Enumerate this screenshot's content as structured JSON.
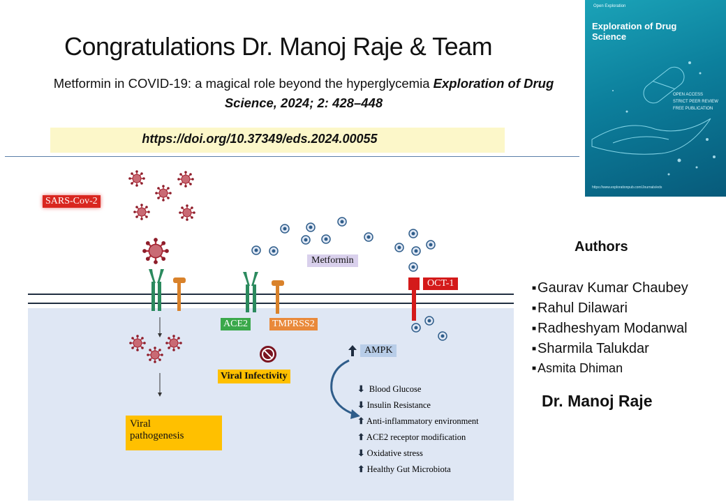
{
  "header": {
    "title": "Congratulations Dr. Manoj Raje  & Team",
    "citation_text": "Metformin in COVID-19: a magical role beyond the hyperglycemia ",
    "citation_journal": "Exploration of Drug Science, 2024; 2: 428–448",
    "doi": "https://doi.org/10.37349/eds.2024.00055"
  },
  "cover": {
    "publisher": "Open Exploration",
    "journal_title": "Exploration of Drug Science",
    "tags": [
      "OPEN ACCESS",
      "STRICT PEER REVIEW",
      "FREE PUBLICATION"
    ],
    "url": "https://www.explorationpub.com/Journals/eds"
  },
  "authors": {
    "heading": "Authors",
    "list": [
      "Gaurav Kumar Chaubey",
      "Rahul Dilawari",
      "Radheshyam Modanwal",
      "Sharmila Talukdar",
      "Asmita Dhiman"
    ],
    "pi": "Dr. Manoj Raje"
  },
  "diagram": {
    "virus_label": "SARS-Cov-2",
    "metformin_label": "Metformin",
    "ace2_label": "ACE2",
    "tmprss2_label": "TMPRSS2",
    "oct1_label": "OCT-1",
    "infectivity_label": "Viral  Infectivity",
    "pathogenesis_line1": "Viral",
    "pathogenesis_line2": "pathogenesis",
    "ampk_label": "AMPK",
    "effects": [
      {
        "dir": "down",
        "text": "Blood Glucose"
      },
      {
        "dir": "down",
        "text": "Insulin Resistance"
      },
      {
        "dir": "up",
        "text": "Anti-inflammatory environment"
      },
      {
        "dir": "up",
        "text": "ACE2 receptor modification"
      },
      {
        "dir": "down",
        "text": "Oxidative stress"
      },
      {
        "dir": "up",
        "text": "Healthy Gut Microbiota"
      }
    ],
    "colors": {
      "cell": "#dfe7f4",
      "virus": "#b8323f",
      "receptor": "#2b8a5e",
      "protease": "#d9822b",
      "metformin_dot": "#2f5d8a",
      "oct1": "#d41a1a"
    }
  }
}
